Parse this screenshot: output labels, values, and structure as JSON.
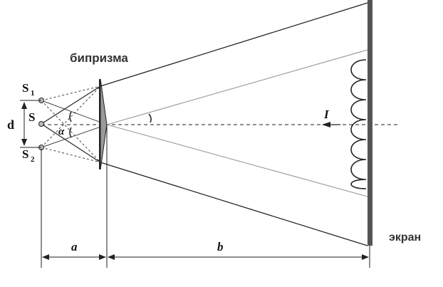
{
  "labels": {
    "biprism": "бипризма",
    "screen": "экран",
    "s1": "S",
    "s1_sub": "1",
    "s": "S",
    "s2": "S",
    "s2_sub": "2",
    "d": "d",
    "alpha": "α",
    "intensity": "I",
    "a": "a",
    "b": "b"
  },
  "colors": {
    "line": "#222222",
    "light_ray": "#999999",
    "prism_fill": "#9a9a9a",
    "screen": "#555555",
    "source_fill": "#bbbbbb"
  }
}
